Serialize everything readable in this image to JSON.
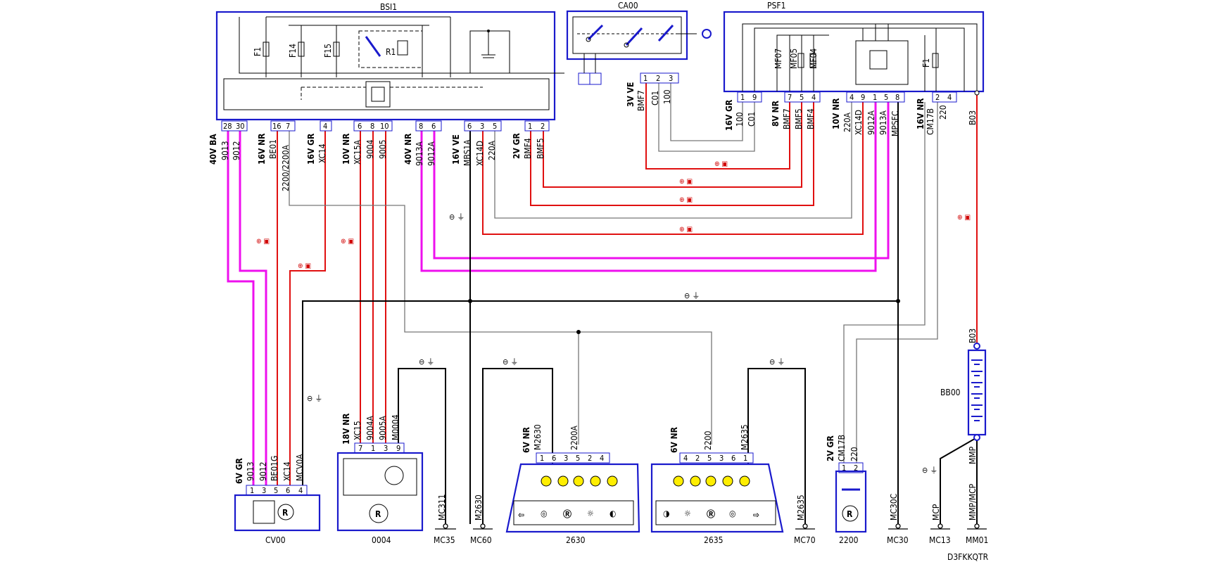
{
  "components": {
    "bsi": "BSI1",
    "ca00": "CA00",
    "psf": "PSF1",
    "cv00": "CV00",
    "c0004": "0004",
    "c2630": "2630",
    "c2635": "2635",
    "c2200": "2200",
    "bb00": "BB00",
    "b03": "B03",
    "r1": "R1",
    "f1": "F1",
    "f14": "F14",
    "f15": "F15",
    "f1p": "F1",
    "mf07": "MF07",
    "mf05": "MF05",
    "mf04": "MF04"
  },
  "grounds": {
    "mc35": "MC35",
    "mc60": "MC60",
    "mc70": "MC70",
    "mc30": "MC30",
    "mc13": "MC13",
    "mm01": "MM01",
    "mc311": "MC311",
    "m2630": "M2630",
    "m2635": "M2635",
    "mc30c": "MC30C",
    "mcp": "MCP",
    "mmpmcp": "MMP/MCP",
    "mmp": "MMP"
  },
  "connectors": {
    "bsi_40vba": "40V BA",
    "bsi_16vnr": "16V NR",
    "bsi_16vgr": "16V GR",
    "bsi_10vnr": "10V NR",
    "bsi_40vnr": "40V NR",
    "bsi_16vve": "16V VE",
    "bsi_2vgr": "2V GR",
    "ca_3vve": "3V VE",
    "psf_16vgr": "16V GR",
    "psf_8vnr": "8V NR",
    "psf_10vnr": "10V NR",
    "psf_16vnr": "16V NR",
    "cv_6vgr": "6V GR",
    "c0004_18vnr": "18V NR",
    "c2630_6vnr": "6V NR",
    "c2635_6vnr": "6V NR",
    "c2200_2vgr": "2V GR"
  },
  "pins": {
    "bsi": [
      "28",
      "30",
      "16",
      "7",
      "4",
      "6",
      "8",
      "10",
      "8",
      "6",
      "6",
      "3",
      "5",
      "1",
      "2"
    ],
    "ca": [
      "1",
      "2",
      "3"
    ],
    "psf": [
      "1",
      "9",
      "7",
      "5",
      "4",
      "4",
      "9",
      "1",
      "5",
      "8",
      "2",
      "4"
    ],
    "cv": [
      "1",
      "3",
      "5",
      "6",
      "4"
    ],
    "c0004": [
      "7",
      "1",
      "3",
      "9"
    ],
    "c2630": [
      "1",
      "6",
      "3",
      "5",
      "2",
      "4"
    ],
    "c2635": [
      "4",
      "2",
      "5",
      "3",
      "6",
      "1"
    ],
    "c2200": [
      "1",
      "2"
    ]
  },
  "wire_labels": {
    "bsi": [
      "9013",
      "9012",
      "BE01",
      "2200/2200A",
      "XC14",
      "XC15A",
      "9004",
      "9005",
      "9013A",
      "9012A",
      "MBS1A",
      "XC14D",
      "220A",
      "BMF4",
      "BMF5"
    ],
    "ca": [
      "BMF7",
      "C01",
      "100"
    ],
    "psf": [
      "100",
      "C01",
      "BMF7",
      "BMF5",
      "BMF4",
      "220A",
      "XC14D",
      "9012A",
      "9013A",
      "MPSFC",
      "CM17B",
      "220",
      "B03"
    ],
    "cv": [
      "9013",
      "9012",
      "BE01G",
      "XC14",
      "MCV0A"
    ],
    "c0004": [
      "XC15",
      "9004A",
      "9005A",
      "M0004"
    ],
    "c2630": [
      "M2630",
      "2200A"
    ],
    "c2635": [
      "2200",
      "M2635"
    ],
    "c2200": [
      "CM17B",
      "220"
    ]
  },
  "footer_code": "D3FKKQTR"
}
